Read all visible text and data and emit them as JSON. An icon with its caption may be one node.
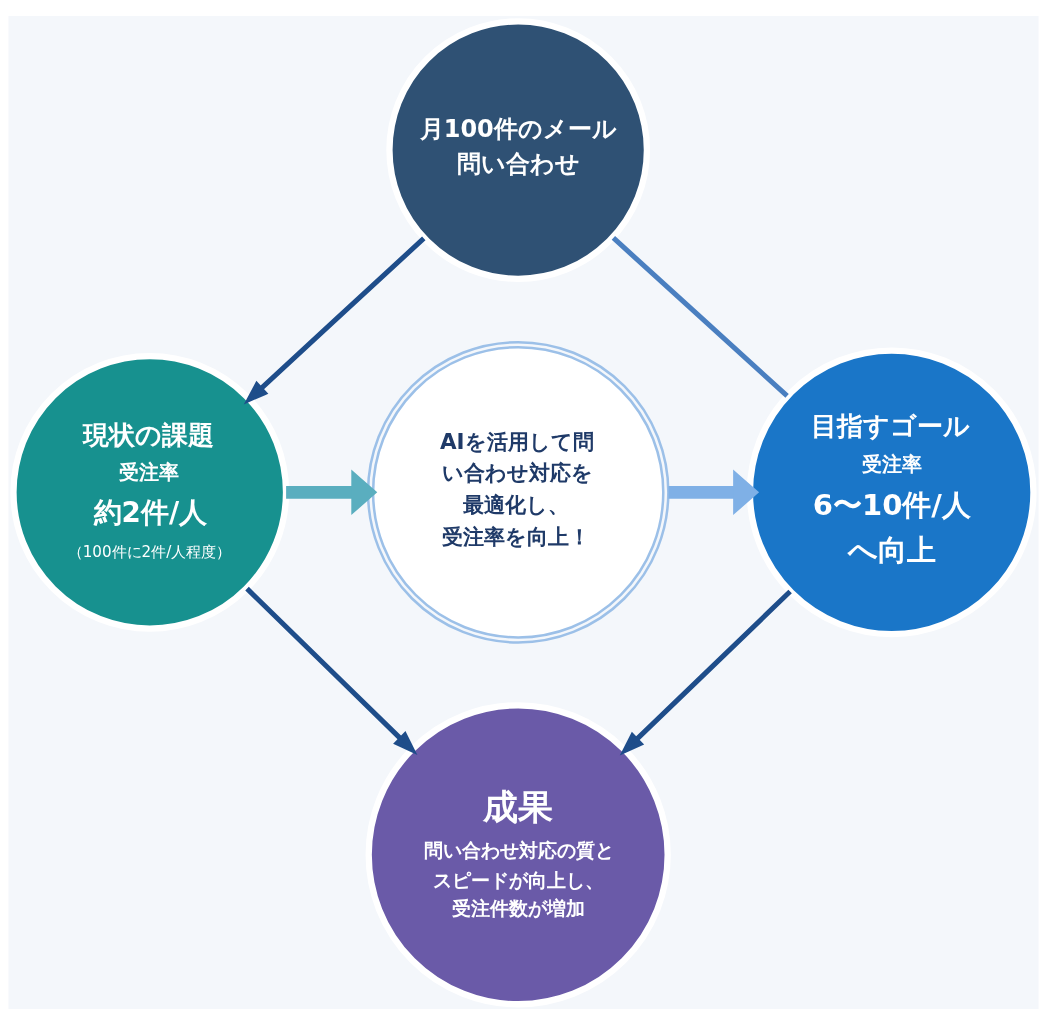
{
  "diagram": {
    "nodes": [
      {
        "text": [
          "月100件のメール問い合わせ"
        ]
      },
      {
        "text": [
          "現状の課題",
          "受注率",
          "約2件/人",
          "（100件に2件/人程度）"
        ]
      },
      {
        "text": [
          "AIを活用して問い合わせ対応を最適化し、受注率を向上！"
        ]
      },
      {
        "text": [
          "目指すゴール",
          "受注率",
          "6〜10件/人へ向上"
        ]
      },
      {
        "text": [
          "成果",
          "問い合わせ対応の質とスピードが向上し、受注件数が増加"
        ]
      }
    ],
    "edges": [
      {
        "from": 0,
        "to": 1,
        "arrow": "to"
      },
      {
        "from": 0,
        "to": 3,
        "arrow": "none",
        "color": "#4a7fc0"
      },
      {
        "from": 1,
        "to": 2,
        "arrow": "to",
        "style": "thick",
        "color": "#5aaebf"
      },
      {
        "from": 2,
        "to": 3,
        "arrow": "to",
        "style": "thick",
        "color": "#7fb0e6"
      },
      {
        "from": 1,
        "to": 4,
        "arrow": "to"
      },
      {
        "from": 3,
        "to": 4,
        "arrow": "to"
      }
    ]
  }
}
